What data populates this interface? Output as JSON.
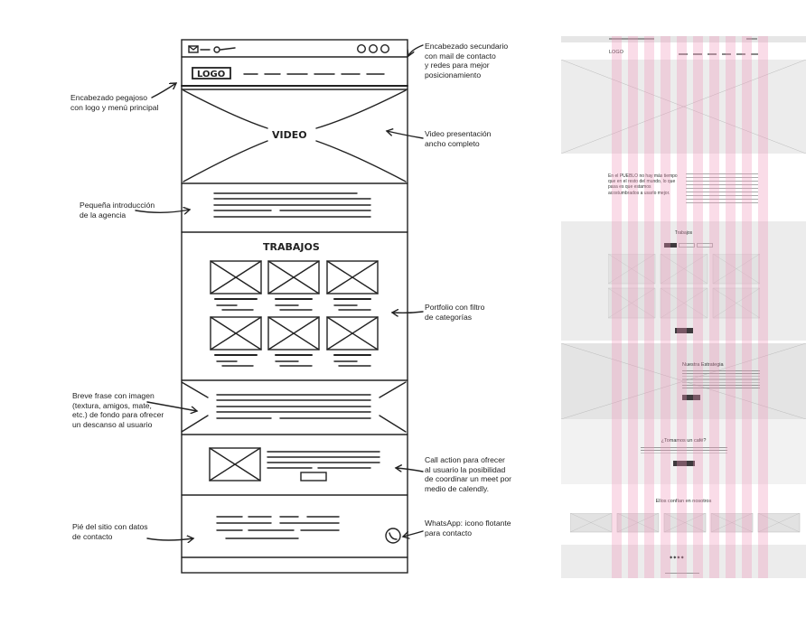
{
  "annotations": {
    "secondary_header": [
      "Encabezado secundario",
      "con mail de contacto",
      "y redes para mejor",
      "posicionamiento"
    ],
    "sticky_header": [
      "Encabezado pegajoso",
      "con logo y menú principal"
    ],
    "video": [
      "Video presentación",
      "ancho completo"
    ],
    "intro": [
      "Pequeña introducción",
      "de la agencia"
    ],
    "portfolio": [
      "Portfolio con filtro",
      "de categorías"
    ],
    "phrase": [
      "Breve frase con imagen",
      "(textura, amigos, mate,",
      "etc.) de fondo para ofrecer",
      "un descanso al usuario"
    ],
    "cta": [
      "Call action para ofrecer",
      "al usuario la posibilidad",
      "de coordinar un meet por",
      "medio de calendly."
    ],
    "footer": [
      "Pié del sitio con datos",
      "de contacto"
    ],
    "whatsapp": [
      "WhatsApp: icono flotante",
      "para contacto"
    ]
  },
  "sketch": {
    "logo": "LOGO",
    "video": "VIDEO",
    "trabajos": "TRABAJOS"
  },
  "mockup": {
    "logo": "LOGO",
    "intro_text": "En el PUEBLO no hay más tiempo que en el resto del mundo, lo que pasa es que estamos acostumbrados a usarlo mejor.",
    "trabajos_title": "Trabajos",
    "estrategia_title": "Nuestra Estrategia",
    "cafe_title": "¿Tomamos un café?",
    "confian_title": "Ellos confían en nosotros",
    "colors": {
      "stripe": "#f096b9",
      "gray": "#ececec",
      "dark_button": "#3e3a3d"
    }
  }
}
